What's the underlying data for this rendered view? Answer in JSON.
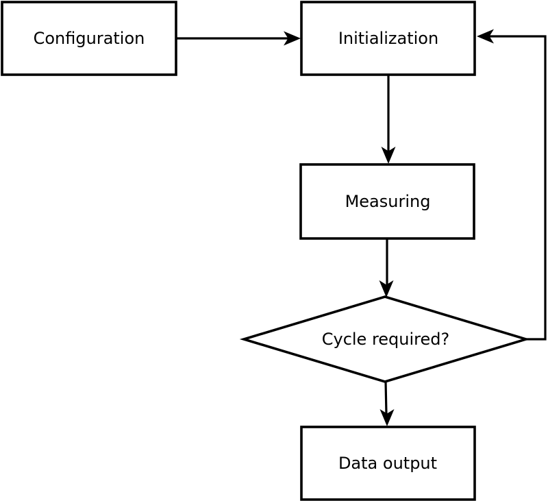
{
  "diagram": {
    "type": "flowchart",
    "nodes": {
      "configuration": {
        "label": "Configuration",
        "shape": "rectangle"
      },
      "initialization": {
        "label": "Initialization",
        "shape": "rectangle"
      },
      "measuring": {
        "label": "Measuring",
        "shape": "rectangle"
      },
      "cycle_required": {
        "label": "Cycle required?",
        "shape": "diamond"
      },
      "data_output": {
        "label": "Data output",
        "shape": "rectangle"
      }
    },
    "edges": [
      {
        "from": "configuration",
        "to": "initialization",
        "direction": "right"
      },
      {
        "from": "initialization",
        "to": "measuring",
        "direction": "down"
      },
      {
        "from": "measuring",
        "to": "cycle_required",
        "direction": "down"
      },
      {
        "from": "cycle_required",
        "to": "data_output",
        "direction": "down"
      },
      {
        "from": "cycle_required",
        "to": "initialization",
        "direction": "loop-right-up"
      }
    ],
    "colors": {
      "stroke": "#000000",
      "fill": "#ffffff",
      "text": "#000000",
      "background": "#ffffff"
    }
  }
}
